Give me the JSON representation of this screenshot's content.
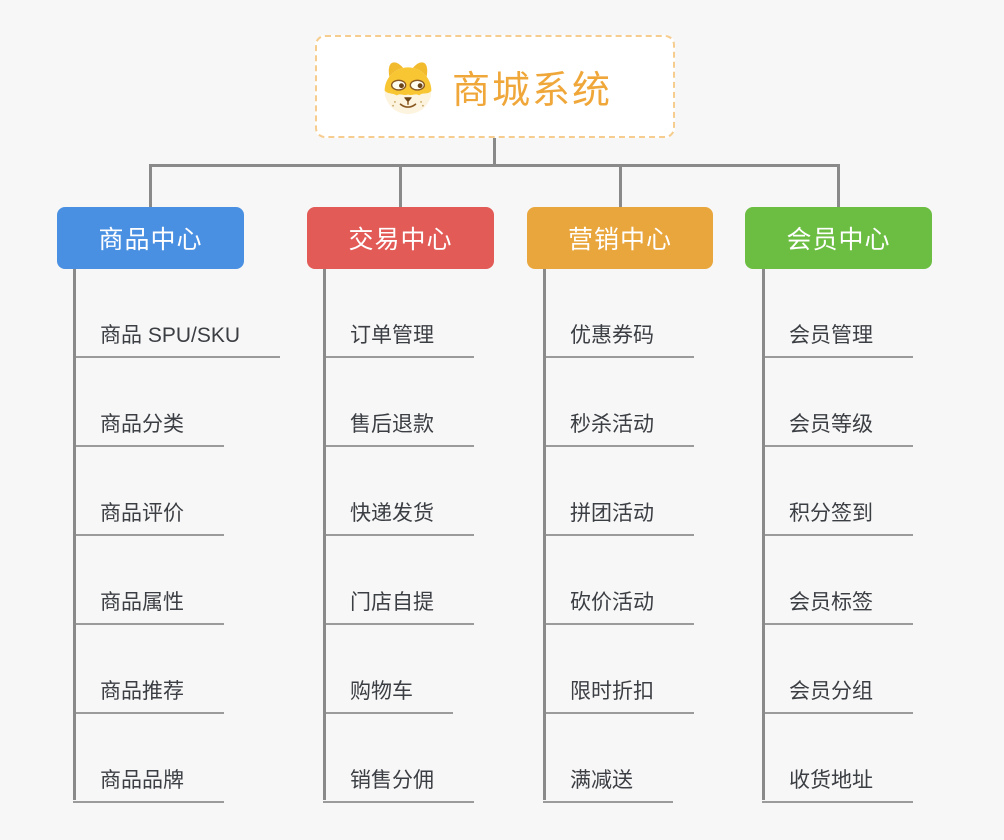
{
  "root": {
    "title": "商城系统",
    "icon": "dog-face-icon",
    "accent_color": "#F0A73A",
    "border_color": "#F6CD8F"
  },
  "branches": [
    {
      "id": "product-center",
      "label": "商品中心",
      "color": "#4A90E2",
      "children": [
        "商品 SPU/SKU",
        "商品分类",
        "商品评价",
        "商品属性",
        "商品推荐",
        "商品品牌"
      ]
    },
    {
      "id": "trade-center",
      "label": "交易中心",
      "color": "#E25B57",
      "children": [
        "订单管理",
        "售后退款",
        "快递发货",
        "门店自提",
        "购物车",
        "销售分佣"
      ]
    },
    {
      "id": "marketing-center",
      "label": "营销中心",
      "color": "#E9A63C",
      "children": [
        "优惠券码",
        "秒杀活动",
        "拼团活动",
        "砍价活动",
        "限时折扣",
        "满减送"
      ]
    },
    {
      "id": "member-center",
      "label": "会员中心",
      "color": "#6CBE42",
      "children": [
        "会员管理",
        "会员等级",
        "积分签到",
        "会员标签",
        "会员分组",
        "收货地址"
      ]
    }
  ],
  "connector_color": "#8A8A8A",
  "leaf_underline_color": "#9B9B9B",
  "background_color": "#F7F7F7"
}
